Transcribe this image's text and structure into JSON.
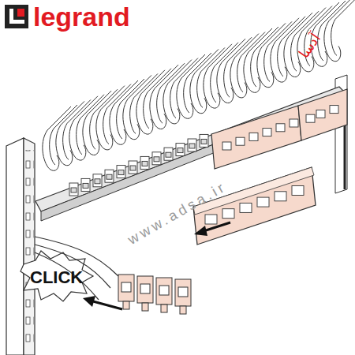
{
  "diagram": {
    "labels": [
      "legrand",
      "CLICK",
      "آدسا",
      "www.adsa.ir"
    ]
  }
}
